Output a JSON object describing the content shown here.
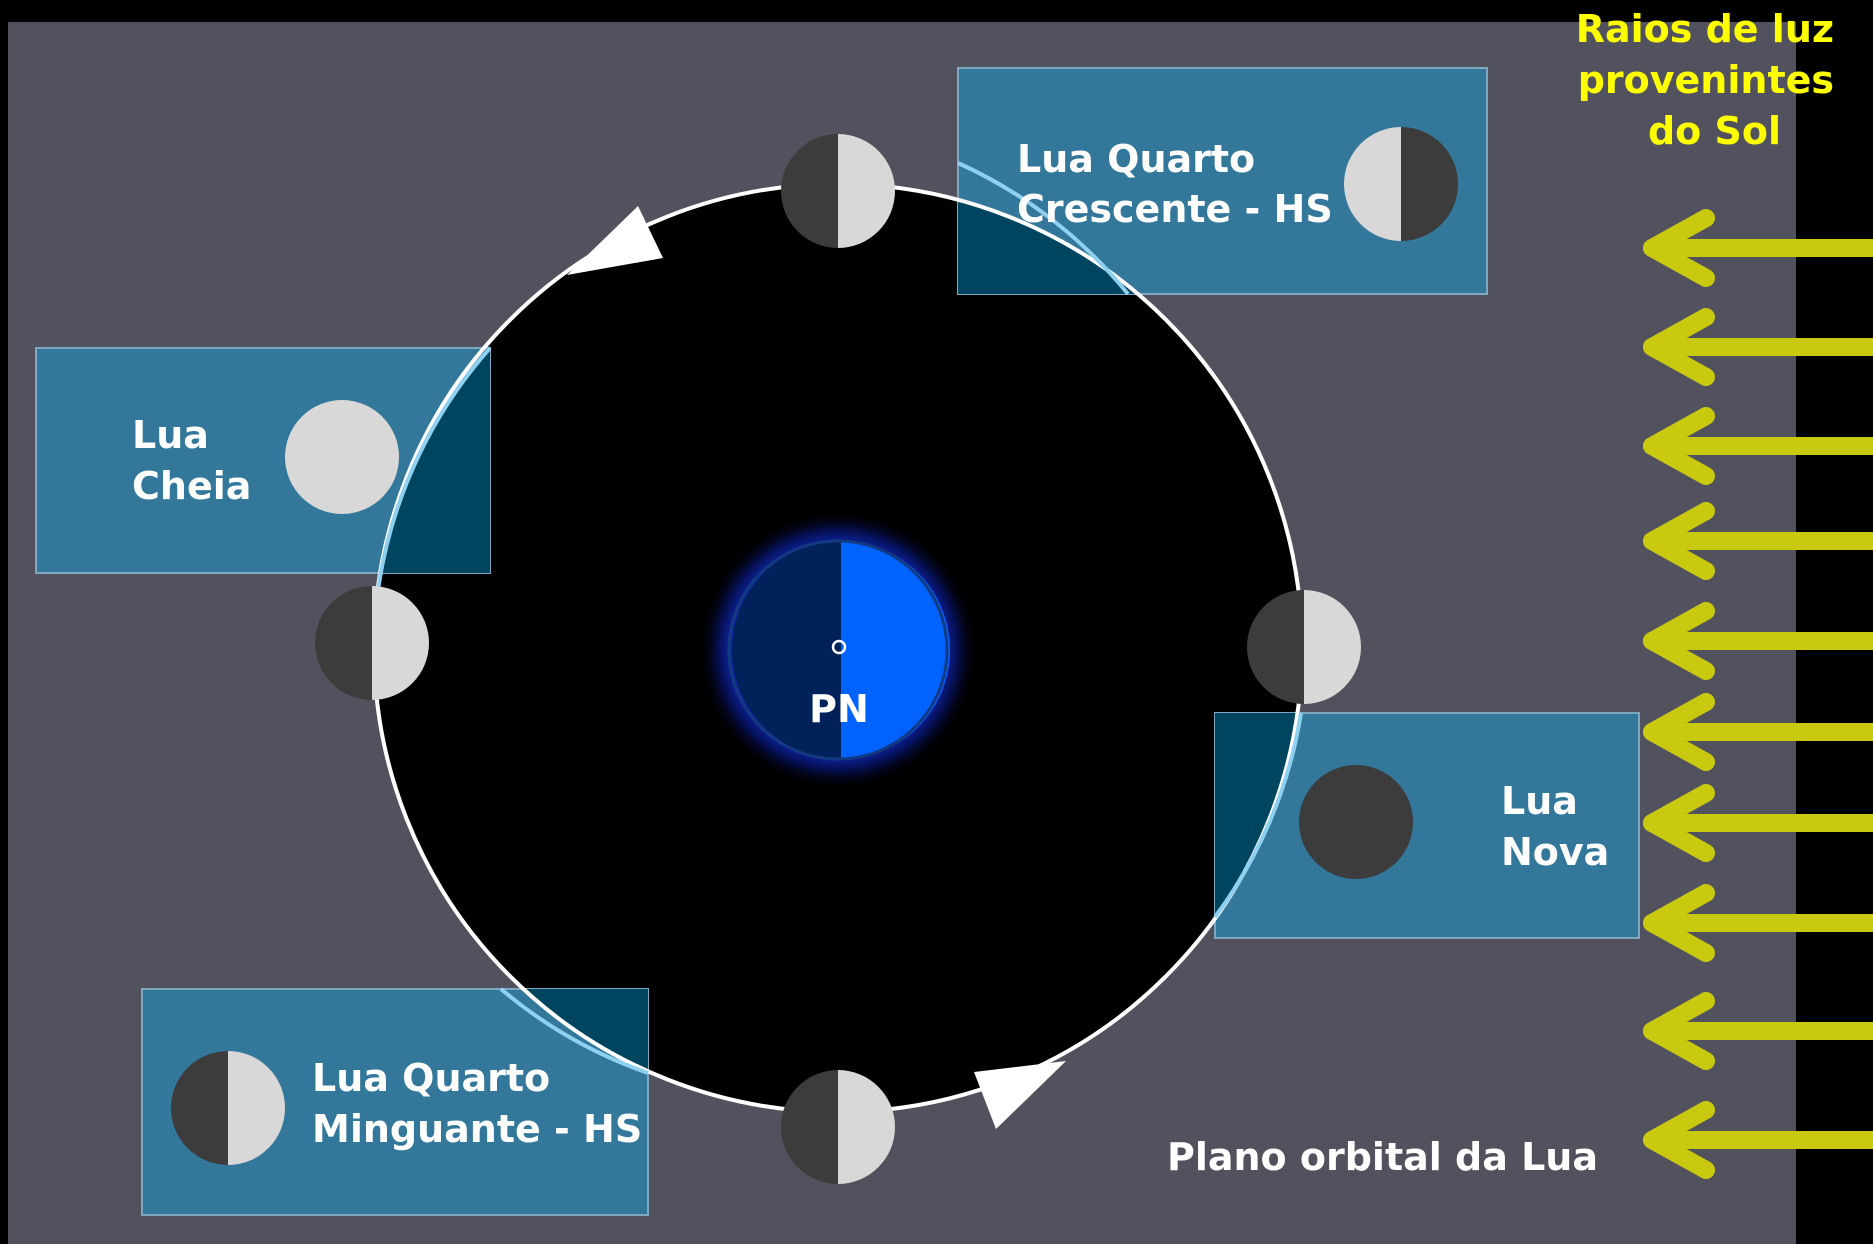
{
  "labels": {
    "sun_rays_line1": "Raios de luz",
    "sun_rays_line2": "provenintes",
    "sun_rays_line3": "do Sol",
    "orbital_plane": "Plano orbital da Lua",
    "pole": "PN"
  },
  "phases": {
    "first_quarter": {
      "line1": "Lua Quarto",
      "line2": "Crescente - HS"
    },
    "full": {
      "line1": "Lua",
      "line2": "Cheia"
    },
    "new": {
      "line1": "Lua",
      "line2": "Nova"
    },
    "last_quarter": {
      "line1": "Lua Quarto",
      "line2": "Minguante - HS"
    }
  },
  "colors": {
    "background": "#000000",
    "panel": "#52525e",
    "label_box": "#33789a",
    "label_box_overlap": "#004560",
    "ray": "#c9c910",
    "ray_label": "#ffff00",
    "moon_light": "#d8d8d8",
    "moon_dark": "#3c3c3c",
    "earth_day": "#0062ff",
    "earth_night": "#00215a"
  }
}
